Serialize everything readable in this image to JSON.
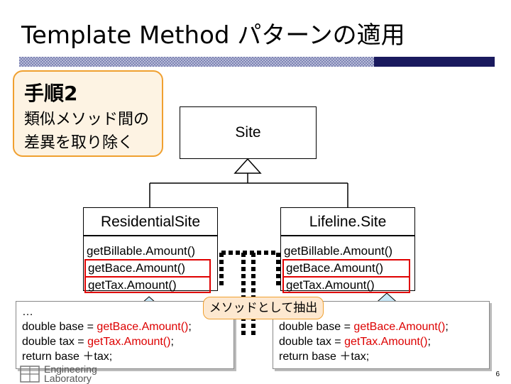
{
  "title": "Template Method パターンの適用",
  "step": {
    "heading": "手順2",
    "lines": [
      "類似メソッド間の",
      "差異を取り除く"
    ]
  },
  "site": {
    "name": "Site"
  },
  "residential": {
    "name": "ResidentialSite",
    "methods": [
      "getBillable.Amount()",
      "getBace.Amount()",
      "getTax.Amount()"
    ]
  },
  "lifeline": {
    "name": "Lifeline.Site",
    "methods": [
      "getBillable.Amount()",
      "getBace.Amount()",
      "getTax.Amount()"
    ]
  },
  "notes": {
    "left": {
      "ellipsis": "…",
      "line1_prefix": "double base = ",
      "line1_call": "getBace.Amount()",
      "line1_suffix": ";",
      "line2_prefix": "double tax = ",
      "line2_call": "getTax.Amount()",
      "line2_suffix": ";",
      "line3": "return base ＋tax;"
    },
    "right": {
      "line1_prefix": "double base = ",
      "line1_call": "getBace.Amount()",
      "line1_suffix": ";",
      "line2_prefix": "double tax = ",
      "line2_call": "getTax.Amount()",
      "line2_suffix": ";",
      "line3": "return base ＋tax;"
    }
  },
  "extract_label": "メソッドとして抽出",
  "logo": {
    "line1": "Engineering",
    "line2": "Laboratory"
  },
  "page_number": "6",
  "colors": {
    "highlight": "#e00000",
    "accent_orange": "#f0a030",
    "arrow_fill": "#c8e8f8",
    "bar_dark": "#1a1a5e",
    "bar_light": "#9aa0c8"
  }
}
